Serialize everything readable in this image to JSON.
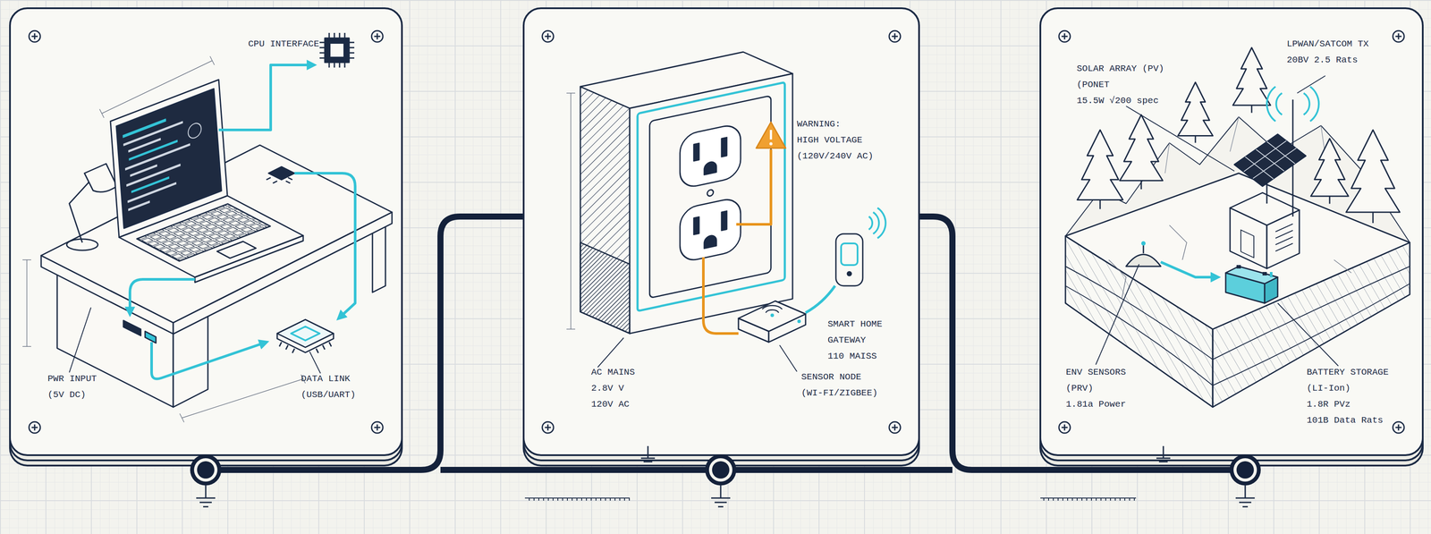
{
  "diagram": {
    "nodes": [
      {
        "text": [
          "CPU INTERFACE",
          "PWR INPUT (5V DC)",
          "DATA LINK (USB/UART)"
        ]
      },
      {
        "text": [
          "WARNING:",
          "HIGH VOLTAGE (120V/240V AC)",
          "SMART HOME GATEWAY 110 MAISS",
          "AC MAINS 2.8V V 120V AC",
          "SENSOR NODE (WI-FI/ZIGBEE)"
        ]
      },
      {
        "text": [
          "SOLAR ARRAY (PV)",
          "(PONET",
          "15.5W √200 spec",
          "LPWAN/SATCOM TX",
          "20BV 2.5 Rats",
          "ENV SENSORS (PRV)",
          "1.81a Power",
          "BATTERY STORAGE (LI-Ion)",
          "1.8R PVz",
          "101B Data Rats"
        ]
      }
    ],
    "edges": [
      {
        "from": 0,
        "to": 1,
        "arrow": "none"
      },
      {
        "from": 1,
        "to": 2,
        "arrow": "none"
      }
    ]
  }
}
